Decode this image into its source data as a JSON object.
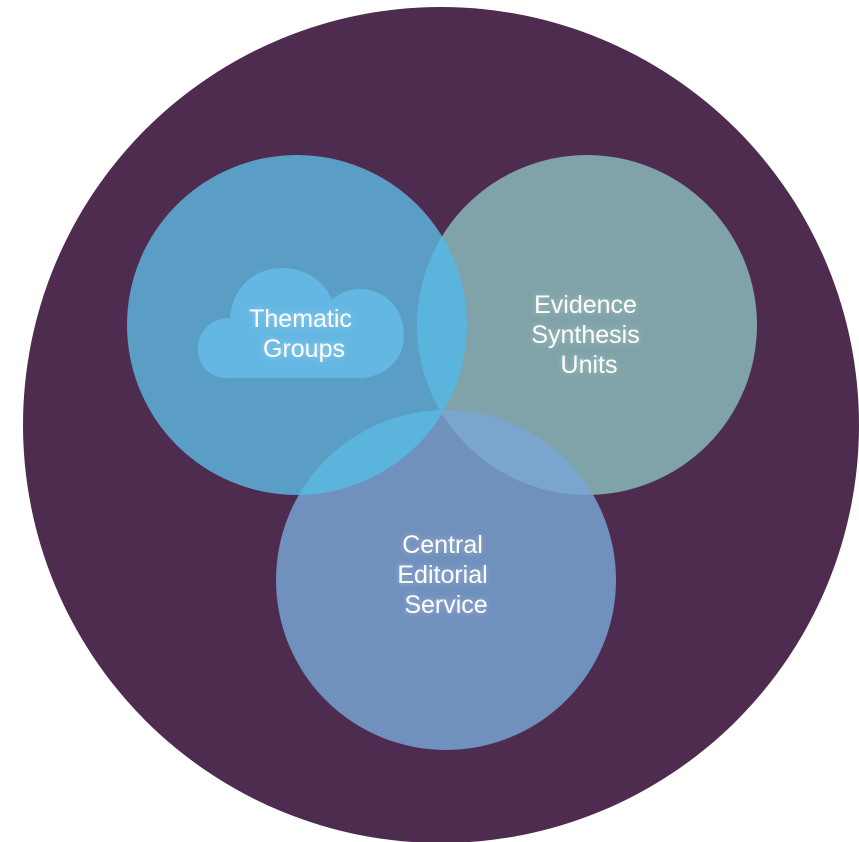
{
  "diagram": {
    "background_color": "#4e2c4f",
    "circles": [
      {
        "id": "thematic",
        "lines": [
          "Thematic",
          "Groups"
        ],
        "color": "#5a9ec6",
        "icon": "cloud-icon"
      },
      {
        "id": "evidence",
        "lines": [
          "Evidence",
          "Synthesis",
          "Units"
        ],
        "color": "#7fa3a8"
      },
      {
        "id": "central",
        "lines": [
          "Central",
          "Editorial",
          "Service"
        ],
        "color": "#7090bd"
      }
    ],
    "overlap_color": "#5ab4dc",
    "cloud_color": "#64b7e2"
  }
}
